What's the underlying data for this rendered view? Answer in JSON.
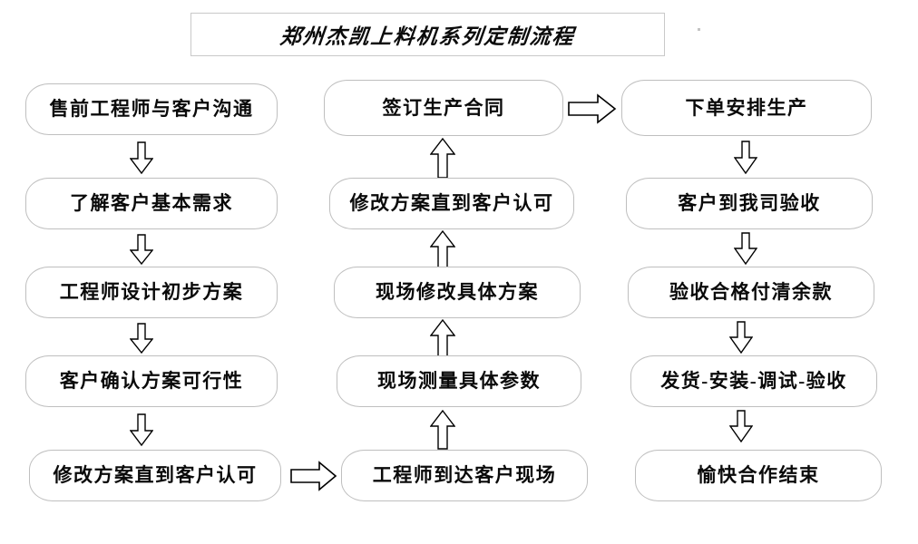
{
  "title": {
    "text": "郑州杰凯上料机系列定制流程"
  },
  "colors": {
    "box_border": "#bfbfbf",
    "title_border": "#c9c9c9",
    "text": "#0a0a0a",
    "arrow_stroke": "#000000",
    "background": "#ffffff"
  },
  "flow": {
    "columns": [
      {
        "name": "column-1",
        "direction": "down",
        "nodes": [
          {
            "label": "售前工程师与客户沟通"
          },
          {
            "label": "了解客户基本需求"
          },
          {
            "label": "工程师设计初步方案"
          },
          {
            "label": "客户确认方案可行性"
          },
          {
            "label": "修改方案直到客户认可"
          }
        ]
      },
      {
        "name": "column-2",
        "direction": "up",
        "nodes": [
          {
            "label": "签订生产合同"
          },
          {
            "label": "修改方案直到客户认可"
          },
          {
            "label": "现场修改具体方案"
          },
          {
            "label": "现场测量具体参数"
          },
          {
            "label": "工程师到达客户现场"
          }
        ]
      },
      {
        "name": "column-3",
        "direction": "down",
        "nodes": [
          {
            "label": "下单安排生产"
          },
          {
            "label": "客户到我司验收"
          },
          {
            "label": "验收合格付清余款"
          },
          {
            "label": "发货-安装-调试-验收"
          },
          {
            "label": "愉快合作结束"
          }
        ]
      }
    ],
    "connectors": [
      {
        "name": "col1-to-col2",
        "type": "arrow-right"
      },
      {
        "name": "col2-to-col3",
        "type": "arrow-right"
      }
    ]
  }
}
